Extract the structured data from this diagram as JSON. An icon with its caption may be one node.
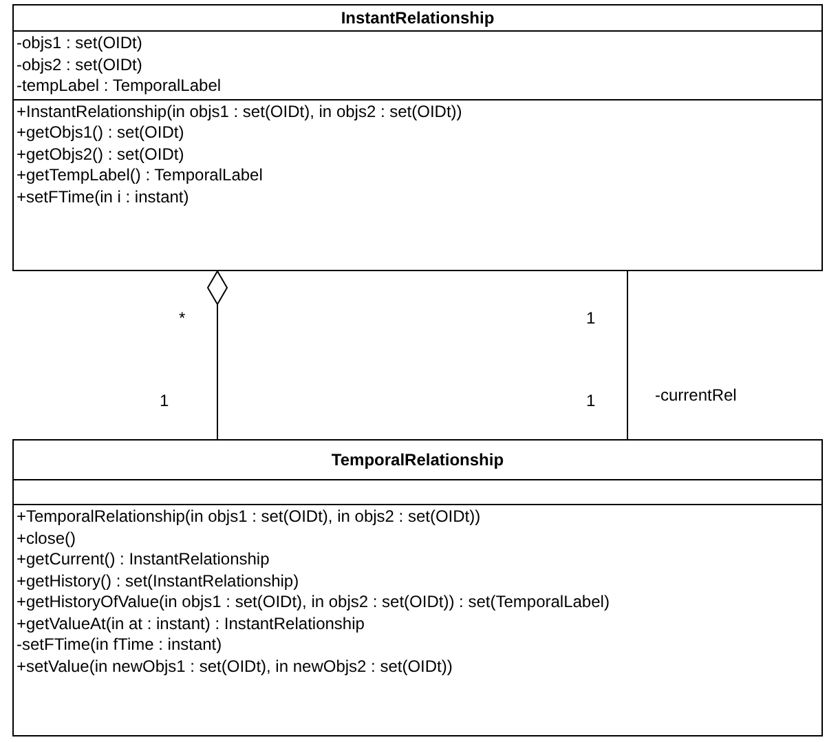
{
  "diagram": {
    "nodes": [
      {
        "text": [
          "InstantRelationship"
        ]
      },
      {
        "text": [
          "-objs1 : set(OIDt)",
          "-objs2 : set(OIDt)",
          "-tempLabel : TemporalLabel"
        ],
        "in": 0
      },
      {
        "text": [
          "+InstantRelationship(in objs1 : set(OIDt), in objs2 : set(OIDt))",
          "+getObjs1() : set(OIDt)",
          "+getObjs2() : set(OIDt)",
          "+getTempLabel() : TemporalLabel",
          "+setFTime(in i : instant)"
        ],
        "in": 0
      },
      {
        "text": [
          "TemporalRelationship"
        ]
      },
      {
        "text": [],
        "shape": "box",
        "in": 3
      },
      {
        "text": [
          "+TemporalRelationship(in objs1 : set(OIDt), in objs2 : set(OIDt))",
          "+close()",
          "+getCurrent() : InstantRelationship",
          "+getHistory() : set(InstantRelationship)",
          "+getHistoryOfValue(in objs1 : set(OIDt), in objs2 : set(OIDt)) : set(TemporalLabel)",
          "+getValueAt(in at : instant) : InstantRelationship",
          "-setFTime(in fTime : instant)",
          "+setValue(in newObjs1 : set(OIDt), in newObjs2 : set(OIDt))"
        ],
        "in": 3
      }
    ],
    "edges": [
      {
        "from": 0,
        "to": 3,
        "arrow": "other"
      },
      {
        "from": 0,
        "to": 3,
        "arrow": "none",
        "label": "-currentRel"
      }
    ],
    "labels": [
      "*",
      "1",
      "1",
      "1"
    ]
  }
}
